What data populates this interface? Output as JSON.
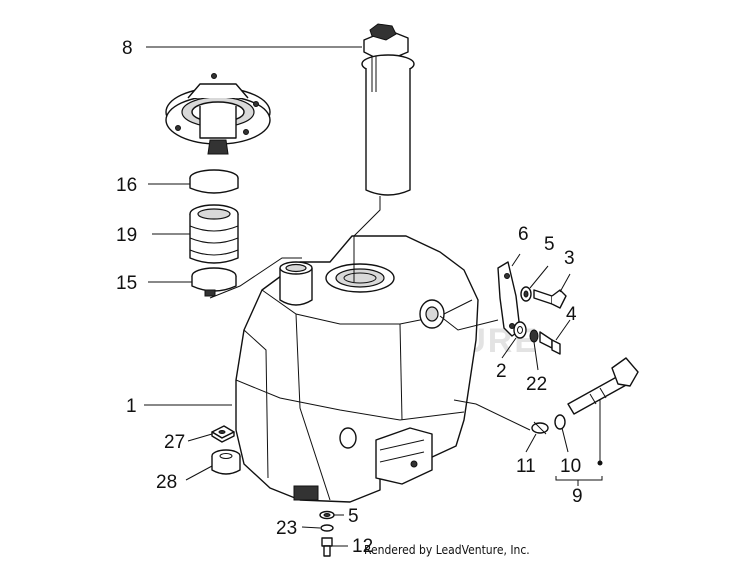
{
  "watermark": "LEADVENTURE",
  "credit": "Rendered by LeadVenture, Inc.",
  "callouts": [
    {
      "id": "c8",
      "label": "8"
    },
    {
      "id": "c16",
      "label": "16"
    },
    {
      "id": "c19",
      "label": "19"
    },
    {
      "id": "c15",
      "label": "15"
    },
    {
      "id": "c6",
      "label": "6"
    },
    {
      "id": "c5a",
      "label": "5"
    },
    {
      "id": "c3",
      "label": "3"
    },
    {
      "id": "c4",
      "label": "4"
    },
    {
      "id": "c2",
      "label": "2"
    },
    {
      "id": "c22",
      "label": "22"
    },
    {
      "id": "c1",
      "label": "1"
    },
    {
      "id": "c27",
      "label": "27"
    },
    {
      "id": "c28",
      "label": "28"
    },
    {
      "id": "c11",
      "label": "11"
    },
    {
      "id": "c10",
      "label": "10"
    },
    {
      "id": "c9",
      "label": "9"
    },
    {
      "id": "c5b",
      "label": "5"
    },
    {
      "id": "c23",
      "label": "23"
    },
    {
      "id": "c12",
      "label": "12"
    }
  ]
}
